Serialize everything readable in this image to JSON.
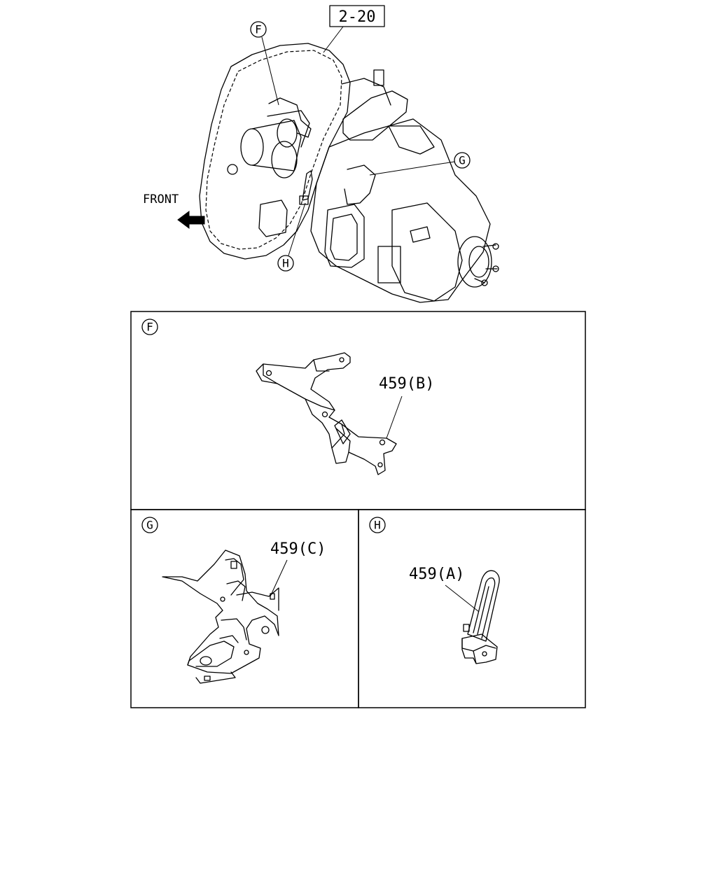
{
  "header_ref": "2-20",
  "direction_label": "FRONT",
  "callouts": {
    "f": "F",
    "g": "G",
    "h": "H"
  },
  "panels": {
    "f": {
      "marker": "F",
      "part_label": "459(B)"
    },
    "g": {
      "marker": "G",
      "part_label": "459(C)"
    },
    "h": {
      "marker": "H",
      "part_label": "459(A)"
    }
  }
}
